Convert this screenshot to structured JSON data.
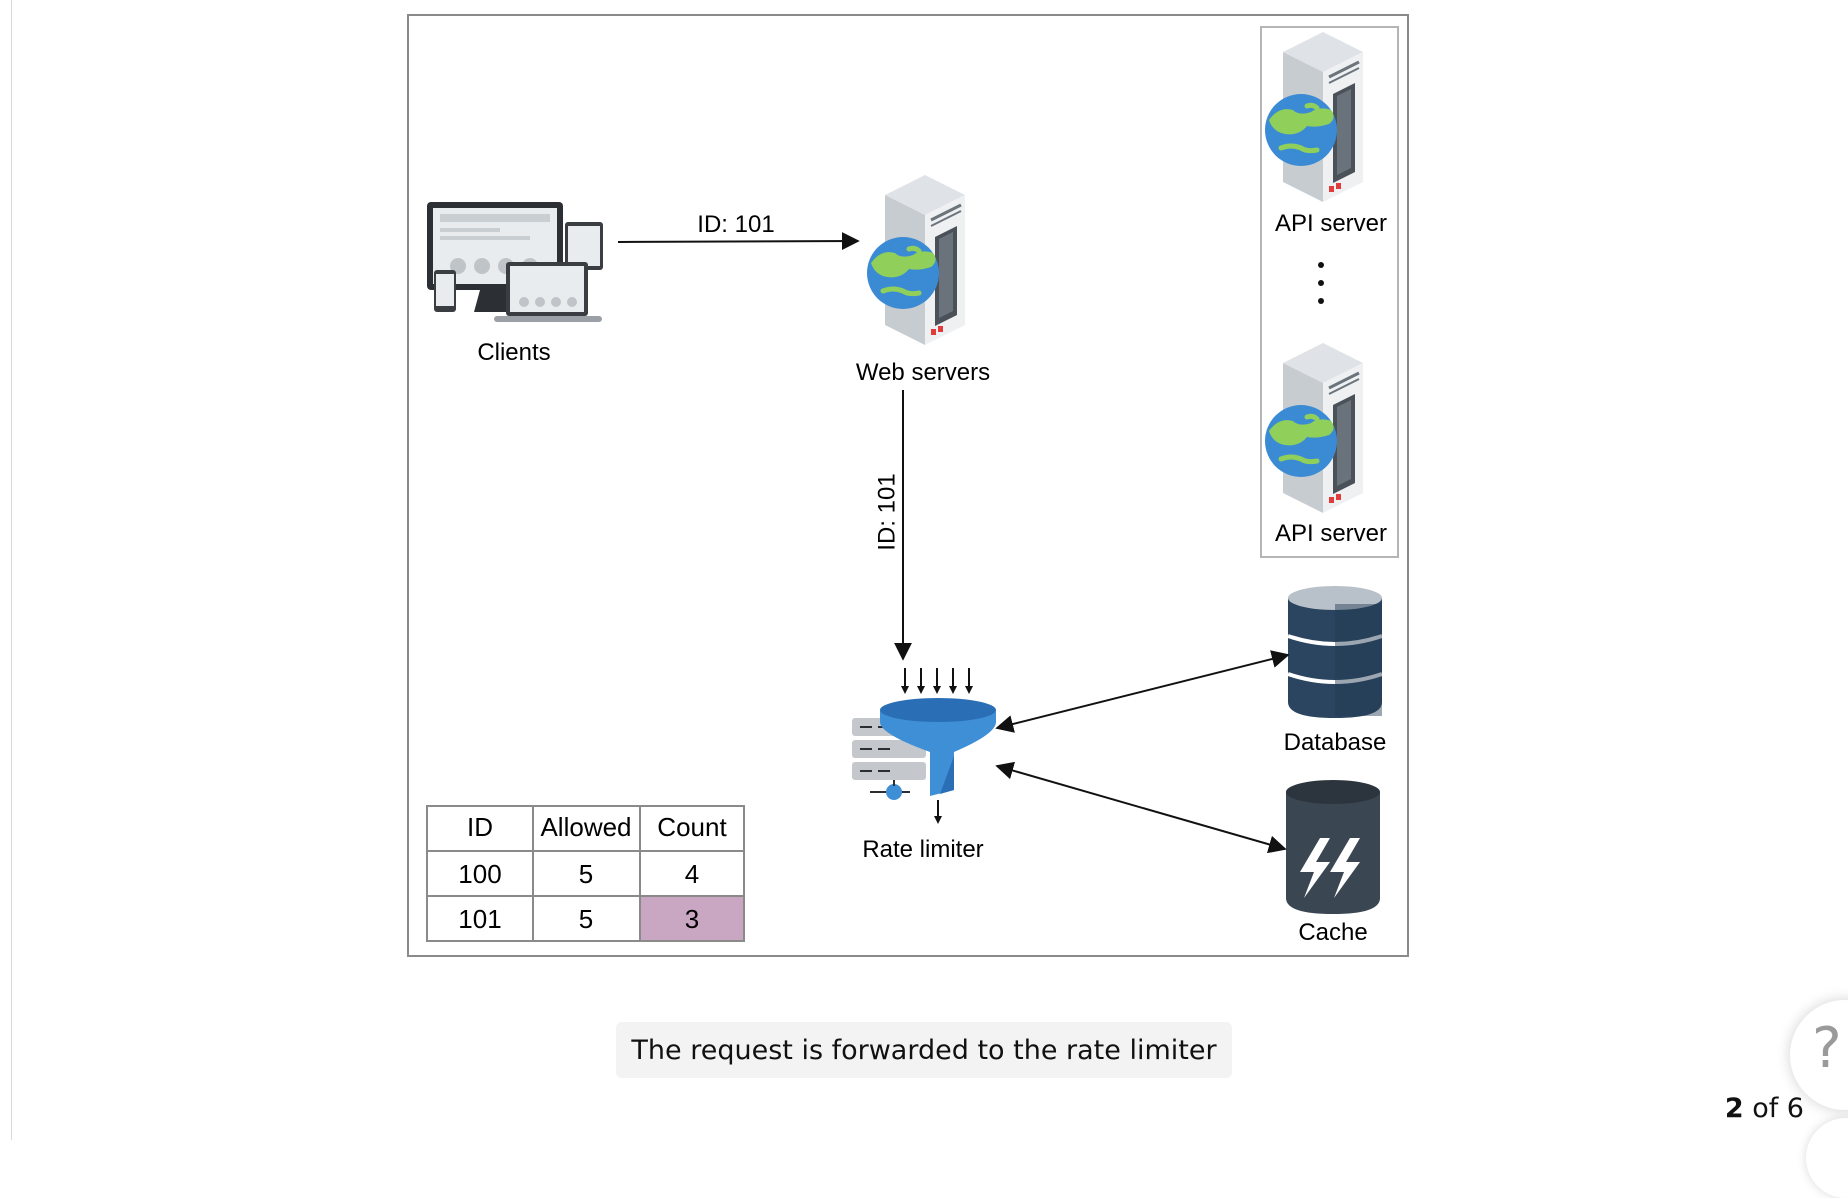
{
  "nodes": {
    "clients": "Clients",
    "web_servers": "Web servers",
    "api_server_top": "API server",
    "api_server_bottom": "API server",
    "rate_limiter": "Rate limiter",
    "database": "Database",
    "cache": "Cache"
  },
  "edges": {
    "client_to_web": "ID: 101",
    "web_to_limiter": "ID: 101"
  },
  "table": {
    "headers": [
      "ID",
      "Allowed",
      "Count"
    ],
    "rows": [
      [
        "100",
        "5",
        "4"
      ],
      [
        "101",
        "5",
        "3"
      ]
    ],
    "highlight_color": "#c9a7c3"
  },
  "caption": "The request is forwarded to the rate limiter",
  "pager": {
    "current": "2",
    "of_label": "of 6"
  },
  "help_label": "?",
  "colors": {
    "db_navy": "#2b4560",
    "cache_dark": "#3a4652",
    "funnel_blue": "#3f8fd6",
    "globe_blue": "#3b8bd4",
    "globe_green": "#8fcf5a"
  }
}
